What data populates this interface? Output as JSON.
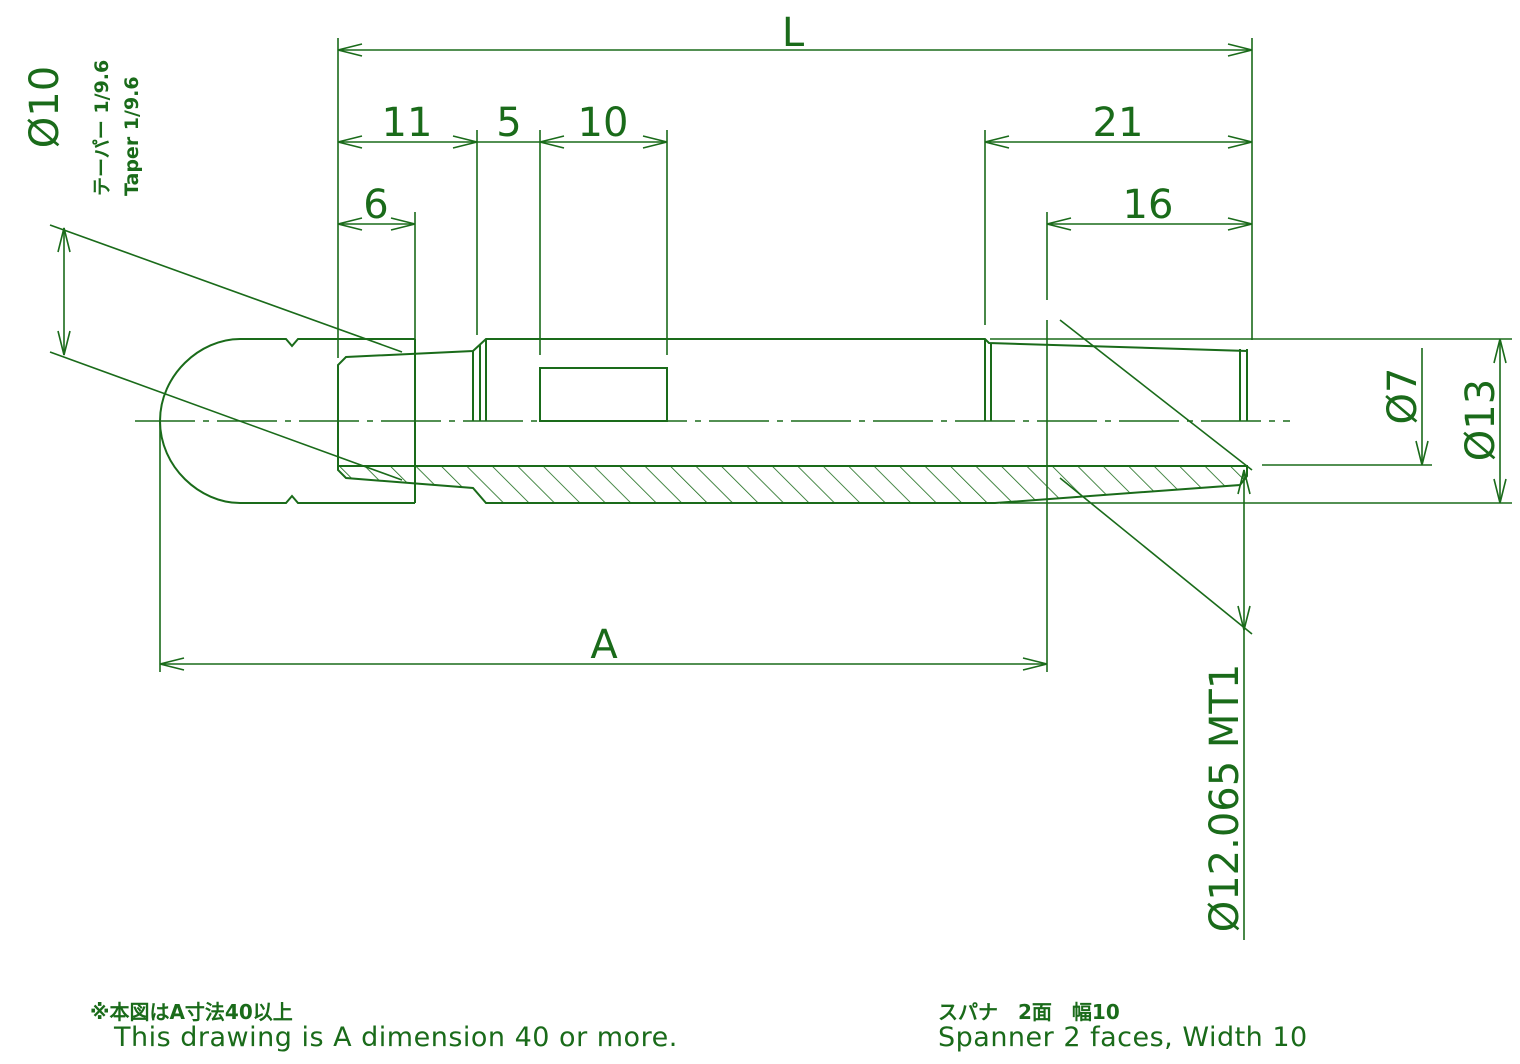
{
  "dimensions": {
    "overall_length": "L",
    "d11": "11",
    "d5": "5",
    "d10": "10",
    "d6": "6",
    "d21": "21",
    "d16": "16",
    "dia10": "Ø10",
    "dia7": "Ø7",
    "dia13": "Ø13",
    "dim_a": "A",
    "taper_dia": "Ø12.065 MT1"
  },
  "taper_note": {
    "jp": "テーパー 1/9.6",
    "en": "Taper 1/9.6"
  },
  "notes": {
    "left_jp": "※本図はA寸法40以上",
    "left_en": "This drawing is A dimension 40 or more.",
    "right_jp": "スパナ　2面　幅10",
    "right_en": "Spanner 2 faces, Width 10"
  },
  "colors": {
    "line": "#1a6b1a",
    "background": "#ffffff"
  }
}
